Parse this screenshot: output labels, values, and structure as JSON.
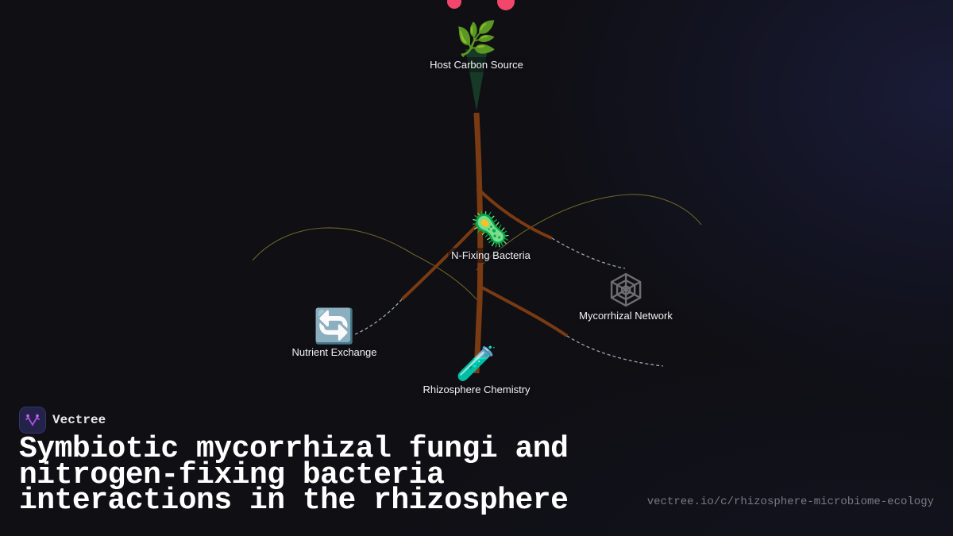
{
  "brand": {
    "name": "Vectree",
    "logo_icon": "vectree-logo-icon",
    "logo_bg": "#23234a",
    "logo_accent": "#b04ee0"
  },
  "title": "Symbiotic mycorrhizal fungi and nitrogen-fixing bacteria interactions in the rhizosphere",
  "url": "vectree.io/c/rhizosphere-microbiome-ecology",
  "colors": {
    "background": "#0f0f14",
    "root": "#7a3a12",
    "stem_cone": "#163a26",
    "fungal_hyphae": "#6b6328",
    "dashed_link": "#9aa4b8",
    "flower": "#f2476a"
  },
  "nodes": [
    {
      "id": "host",
      "label": "Host Carbon Source",
      "icon": "🌿",
      "icon_name": "herb-icon"
    },
    {
      "id": "bacteria",
      "label": "N-Fixing Bacteria",
      "icon": "🦠",
      "icon_name": "microbe-icon"
    },
    {
      "id": "network",
      "label": "Mycorrhizal Network",
      "icon": "🕸",
      "icon_name": "spider-web-icon"
    },
    {
      "id": "exchange",
      "label": "Nutrient Exchange",
      "icon": "🔄",
      "icon_name": "exchange-arrows-icon"
    },
    {
      "id": "chemistry",
      "label": "Rhizosphere Chemistry",
      "icon": "🧪",
      "icon_name": "test-tube-icon"
    }
  ]
}
